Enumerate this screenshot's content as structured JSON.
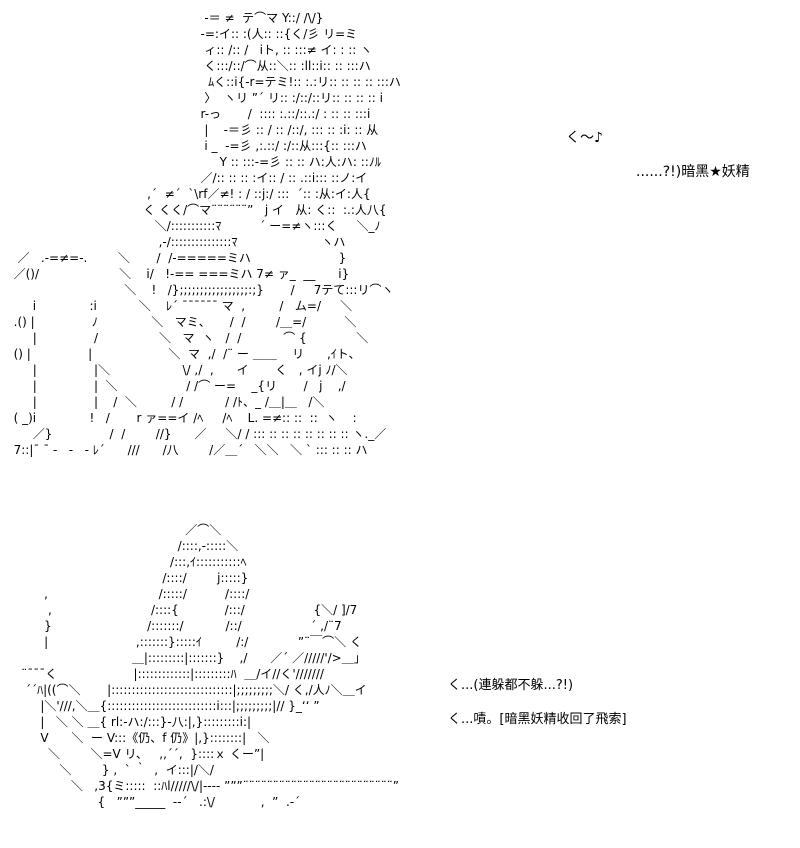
{
  "ascii_art": {
    "top_scene": "                                                    -＝ ≠  テ⌒マ Y::/ /\\/}\n                                                   -=:イ:: :(人:: ::{く/彡 リ=ミ\n                                                    ィ:: /:: /   ⅰト, :: :::≠ イ: : :: ヽ\n                                                    く:::/::/⌒从::＼:: :ll::i:: :: :::ハ\n                                                     ﾑく::i{-r=テミ!:: :.:リ:: :: :: :: :::ハ\n                                                    〉  ヽリ ”´ リ:: :/::/::リ:: :: :: :: i\n                                                   r-っ       /  :::: :.::/::.:/ : :: :: :::i\n                                                    |    -＝彡 :: / :: /::/, ::: :: :i: :: 从\n                                                    i _  -=彡 ,:.::/ :/::从:::{:: :::ハ\n                                                        Y :: :::-=彡 :: :: ハ:人:ハ: ::ﾉﾙ\n                                                   ／/:: :: :: :イ:: / :: .::i::: ::ノ:イ\n                                     ,´  ≠´  `\\rf／≠! : / ::j:/ :::  ´:: :从:イ:人{\n                                    く くく/⌒マ¨¨¨¨¨¨”   j イ   从: く::  :.:人八{\n                                       ＼/:::::::::::ﾏ          ´ ー=≠ヽ:::く     ＼_ﾉ\n                                        ,-/:::::::::::::::ﾏ                      ヽハ\n   ／   .-=≠=-.        ＼       /  /-=====ミハ                       }\n  ／()/                     ＼    i/   !-== ===ミハ 7≠ ァ_  __      i}\n                               ＼    !   /};;;;;;;;;;;;;;;;;:;}       /     7テて:::リ⌒ヽ\n       i              :i           ＼    ﾚ´ ¯¯¯¯¯¯ マ  ,         /   ム=/     ＼\n  .() |               ﾉ              ＼   マミ、     /  /        /＿=/          ＼\n       |               /                ＼   マ  ヽ   /  /           ⌒ {             ＼\n  () |               |                    ＼  マ  ,/  /¨ ー ＿＿    リ      ,ｲト、\n       |               |＼                   \\/ ,/  ,      イ       く   , イj ﾉ/＼\n       |               |  ＼                  / /⌒ ー=    _{リ       /   j    ,/\n       |               |    /  ＼         / /           / /ﾄ、_ /＿|＿   /＼\n  ( _)i              !   /       r ァ==イ /ﾍ     /ﾍ    L. =≠:: ::  ::  ヽ    :\n       ／}               /  /        //}      ／     ＼/ / ::: :: :: :: :: :: :: :: ヽ._／\n  7::|¯ ¯ -   -   - ﾚ´      ///      /八        /／＿´   ＼＼   ＼ ` ::: :: :: ハ",
    "bottom_scene": "                                               ／⌒＼\n                                             /::::,-:::::＼\n                                           /:::,ｲ:::::::::::ﾍ\n                                         /::::/        j:::::}\n          ,                             /:::::/          /::::/\n           ,                          /::::{            /:::/                  {＼/ ]/7\n          }                         /:::::::/           /::/                  ´ ,/¨7\n          |                       ,:::::::}:::::ｲ         /:/             ”¨￣⌒＼ く\n                                 ＿|:::::::::|:::::::}    ,/      ／´ ／/////'/>＿」\n    ¨¯¯¯く                    |:::::::::::::|:::::::::ﾊ  ＿/イ//く'///////\n     ´´ﾊ|((⌒＼       |::::::::::::::::::::::::::::::|;;;;;;;;;＼/ く,/人ﾉ＼＿イ\n         |＼'///,＼＿{:::::::::::::::::::::::::::i:::|;;;;;;;;;|// }_‘‘ ”\n         |   ＼ ＼ ＿{ rl:‐ハ:/:::}‐八:|,}:::::::::i:|\n         V      ＼  ー V:::《仍、f 仍》|,}::::::::|   ＼\n           ＼        ＼=V リ、   ,,´´,  }::::ｘ くー”|\n              ＼        } ,  ` ｀  ,  イ:::|/＼/\n                 ＼   ,3{ミ:::::  ::ﾊl/////\\/|---- ”””¨¨¨¨¨¨¨¨¨¨¨¨¨¨¨¨¨¨¨¨¨¨¨¨¨”\n                        {   ”””_____  --´   .:\\/            ,  ”  .-´"
  },
  "dialogue": {
    "sound_effect": "く～♪",
    "speaker_tag": "......?!)暗黑★妖精",
    "line_dodge": "く...(連躲都不躲...?!)",
    "line_retrieve": "く...嘖。[暗黑妖精收回了飛索]"
  },
  "colors": {
    "background": "#ffffff",
    "text": "#000000"
  }
}
